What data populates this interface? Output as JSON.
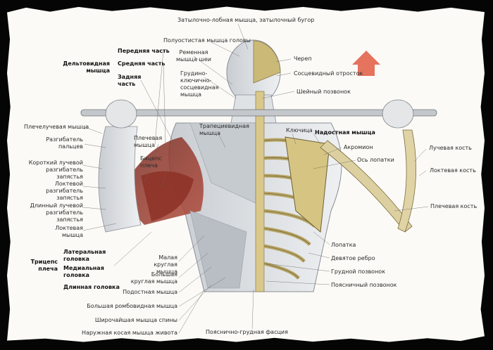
{
  "labels": {
    "occipitofrontalis": "Затылочно-лобная мышца, затылочный бугор",
    "semispinalis_capitis": "Полуостистая мышца головы",
    "splenius_cervicis": "Ременная мышца шеи",
    "sternocleidomastoid": "Грудино-ключично-сосцевидная мышца",
    "skull": "Череп",
    "mastoid_process": "Сосцевидный отросток",
    "cervical_vertebra": "Шейный позвонок",
    "deltoid_title": "Дельтовидная мышца",
    "deltoid_anterior": "Передняя часть",
    "deltoid_middle": "Средняя часть",
    "deltoid_posterior": "Задняя часть",
    "brachioradialis": "Плечелучевая мышца",
    "finger_flexor": "Разгибатель пальцев",
    "ext_carpi_radialis_brevis": "Короткий лучевой разгибатель запястья",
    "ext_carpi_ulnaris": "Локтевой разгибатель запястья",
    "ext_carpi_radialis_longus": "Длинный лучевой разгибатель запястья",
    "anconeus": "Локтевая мышца",
    "brachialis": "Плечевая мышца",
    "biceps": "Бицепс плеча",
    "trapezius": "Трапециевидная мышца",
    "clavicle": "Ключица",
    "supraspinatus": "Надостная мышца",
    "acromion": "Акромион",
    "scapular_spine": "Ось лопатки",
    "radius": "Лучевая кость",
    "ulna": "Локтевая кость",
    "humerus": "Плечевая кость",
    "triceps_title": "Трицепс плеча",
    "triceps_lateral": "Латеральная головка",
    "triceps_medial": "Медиальная головка",
    "triceps_long": "Длинная головка",
    "teres_minor": "Малая круглая мышца",
    "teres_major": "Большая круглая мышца",
    "infraspinatus": "Подостная мышца",
    "rhomboid_major": "Большая ромбовидная мышца",
    "latissimus": "Широчайшая мышца спины",
    "external_oblique": "Наружная косая мышца живота",
    "thoracolumbar_fascia": "Пояснично-грудная фасция",
    "scapula": "Лопатка",
    "ninth_rib": "Девятое ребро",
    "thoracic_vertebra": "Грудной позвонок",
    "lumbar_vertebra": "Поясничный позвонок"
  },
  "icons": {
    "direction": "up-arrow-icon"
  },
  "colors": {
    "paper": "#fbfaf6",
    "background": "#050505",
    "arrow": "#e5735e",
    "muscle": "#9a3a2e",
    "bone": "#d9c88a"
  }
}
